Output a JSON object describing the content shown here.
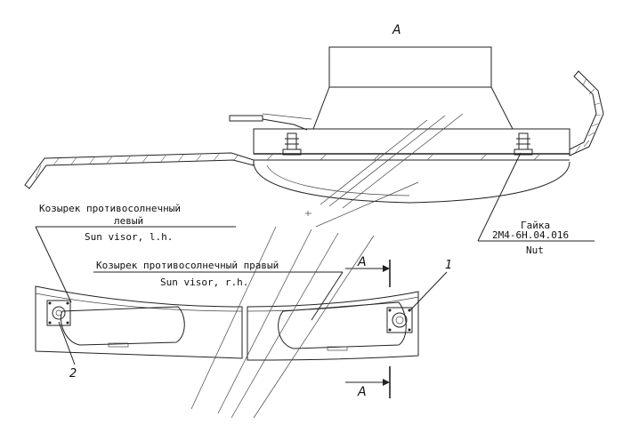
{
  "view_label": "А",
  "section_label_top": "А",
  "section_label_bottom": "А",
  "left_visor": {
    "label_ru_line1": "Козырек противосолнечный",
    "label_ru_line2": "левый",
    "label_en": "Sun visor, l.h."
  },
  "right_visor": {
    "label_ru": "Козырек противосолнечный правый",
    "label_en": "Sun visor, r.h."
  },
  "nut": {
    "label_ru": "Гайка",
    "part_number": "2М4-6Н.04.016",
    "label_en": "Nut"
  },
  "callouts": {
    "item_1": "1",
    "item_2": "2"
  }
}
